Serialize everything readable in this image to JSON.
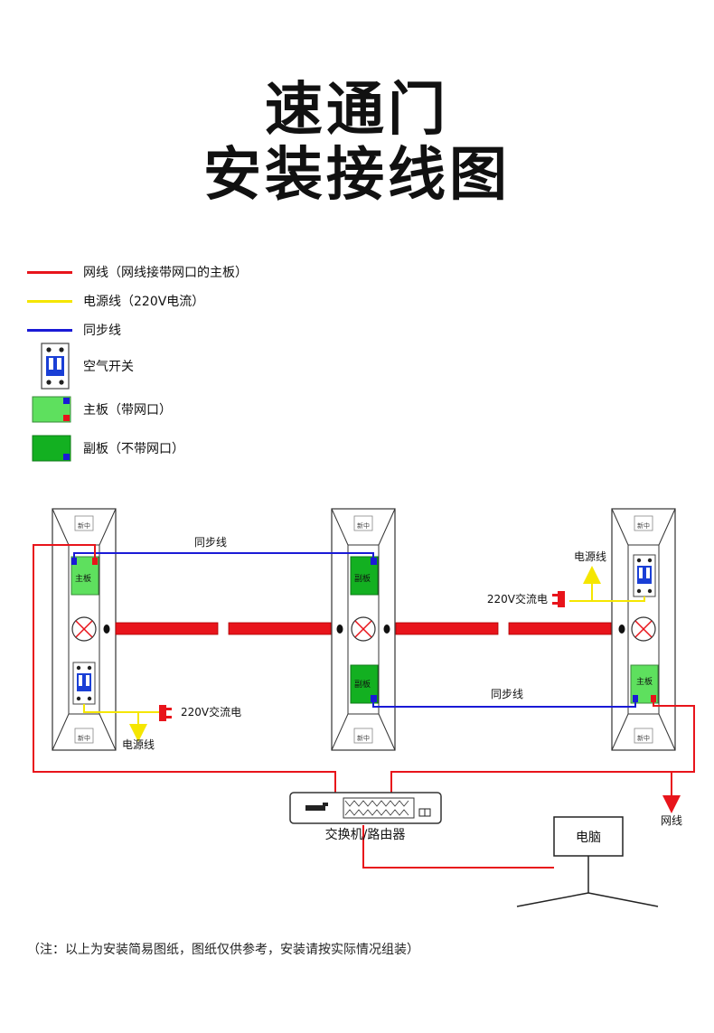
{
  "title": {
    "line1": "速通门",
    "line2": "安装接线图"
  },
  "legend": {
    "network_line": "网线（网线接带网口的主板）",
    "power_line": "电源线（220V电流）",
    "sync_line": "同步线",
    "air_switch": "空气开关",
    "main_board": "主板（带网口）",
    "sub_board": "副板（不带网口）"
  },
  "colors": {
    "network": "#e8141b",
    "power": "#f5e600",
    "sync": "#1a1ad6",
    "board": "#13b021",
    "board_light": "#5ee05e"
  },
  "diagram": {
    "sync_line_top": "同步线",
    "sync_line_bottom": "同步线",
    "power_line_left": "电源线",
    "power_line_right": "电源线",
    "ac_left": "220V交流电",
    "ac_right": "220V交流电",
    "main_board_left": "主板",
    "sub_board_mid_top": "副板",
    "sub_board_mid_bottom": "副板",
    "main_board_right": "主板",
    "switch_label": "交换机/路由器",
    "computer_label": "电脑",
    "network_label": "网线",
    "pillar_badge": "新中"
  },
  "note": "（注：以上为安装简易图纸，图纸仅供参考，安装请按实际情况组装）"
}
